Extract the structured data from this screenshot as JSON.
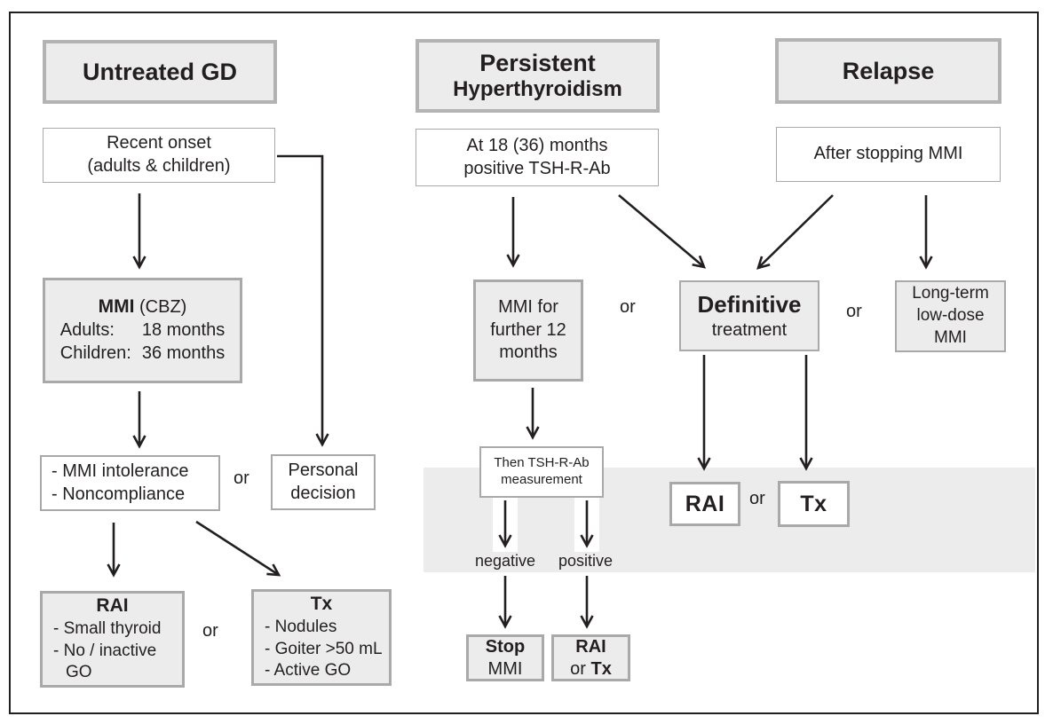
{
  "colors": {
    "box_fill": "#ececec",
    "box_border": "#a9a9a9",
    "header_border": "#b3b3b3",
    "band_fill": "#ececec",
    "line_color": "#231f20",
    "frame_border": "#231f20"
  },
  "nodes": {
    "untreated_gd": {
      "title": "Untreated GD"
    },
    "recent_onset": {
      "line1": "Recent onset",
      "line2": "(adults & children)"
    },
    "mmi_cbz": {
      "title_bold": "MMI",
      "title_rest": " (CBZ)",
      "adults_label": "Adults:",
      "adults_value": "18 months",
      "children_label": "Children:",
      "children_value": "36 months"
    },
    "intolerance": {
      "line1": "- MMI intolerance",
      "line2": "- Noncompliance"
    },
    "personal_decision": {
      "line1": "Personal",
      "line2": "decision"
    },
    "rai_detail": {
      "title": "RAI",
      "items": [
        "- Small thyroid",
        "- No / inactive GO"
      ]
    },
    "tx_detail": {
      "title": "Tx",
      "items": [
        "- Nodules",
        "- Goiter >50 mL",
        "- Active GO"
      ]
    },
    "persistent": {
      "line1": "Persistent",
      "line2": "Hyperthyroidism"
    },
    "at_18_months": {
      "line1": "At 18 (36) months",
      "line2": "positive TSH-R-Ab"
    },
    "mmi_further": {
      "text": "MMI for further 12 months"
    },
    "definitive": {
      "title_bold": "Definitive",
      "title_rest": "treatment"
    },
    "longterm_mmi": {
      "text": "Long-term low-dose MMI"
    },
    "relapse": {
      "title": "Relapse"
    },
    "after_stopping": {
      "text": "After stopping MMI"
    },
    "then_tshrab": {
      "line1": "Then TSH-R-Ab",
      "line2": "measurement"
    },
    "stop_mmi": {
      "line1_bold": "Stop",
      "line2": "MMI"
    },
    "rai_or_tx": {
      "line1_bold": "RAI",
      "line2_prefix": "or ",
      "line2_bold": "Tx"
    },
    "rai_band": {
      "title": "RAI"
    },
    "tx_band": {
      "title": "Tx"
    }
  },
  "labels": {
    "or_recent": "or",
    "or_rai_tx_left": "or",
    "or_mmi_definitive": "or",
    "or_definitive_longterm": "or",
    "or_rai_tx_band": "or",
    "negative": "negative",
    "positive": "positive"
  }
}
